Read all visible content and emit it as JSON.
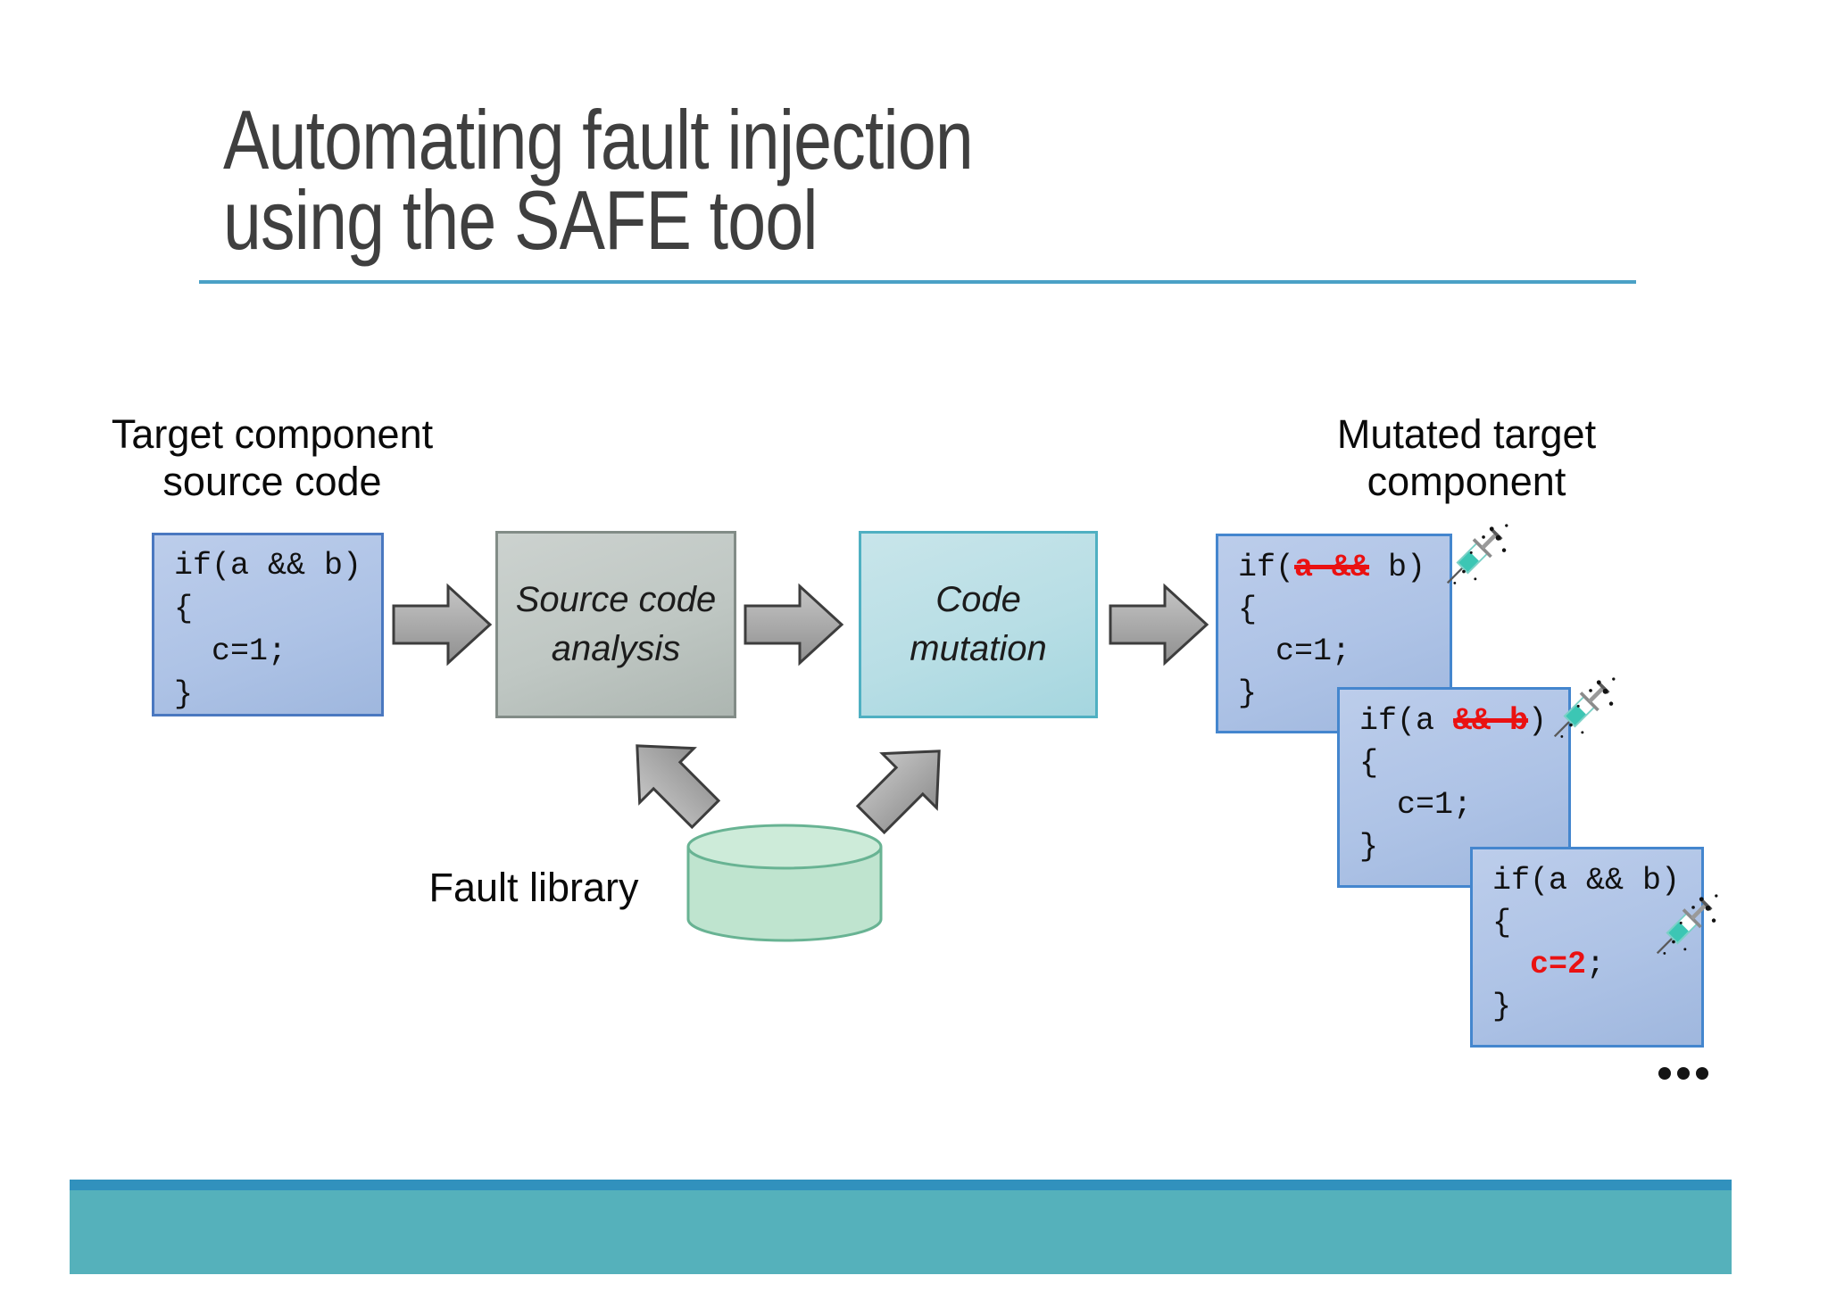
{
  "title": {
    "line1": "Automating fault injection",
    "line2": "using the SAFE tool"
  },
  "labels": {
    "target_line1": "Target component",
    "target_line2": "source code",
    "mutated_line1": "Mutated target",
    "mutated_line2": "component",
    "fault_library": "Fault library"
  },
  "process_boxes": {
    "analysis": {
      "line1": "Source code",
      "line2": "analysis"
    },
    "mutation": {
      "line1": "Code",
      "line2": "mutation"
    }
  },
  "source_box": {
    "lines": [
      [
        [
          "if(a && b)",
          "n"
        ]
      ],
      [
        [
          "{",
          "n"
        ]
      ],
      [
        [
          "  c=1;",
          "n"
        ]
      ],
      [
        [
          "}",
          "n"
        ]
      ]
    ]
  },
  "mutant_boxes": [
    {
      "lines": [
        [
          [
            "if(",
            "n"
          ],
          [
            "a &&",
            "rs"
          ],
          [
            " b)",
            "n"
          ]
        ],
        [
          [
            "{",
            "n"
          ]
        ],
        [
          [
            "  c=1;",
            "n"
          ]
        ],
        [
          [
            "}",
            "n"
          ]
        ]
      ]
    },
    {
      "lines": [
        [
          [
            "if(a ",
            "n"
          ],
          [
            "&& b",
            "rs"
          ],
          [
            ")",
            "n"
          ]
        ],
        [
          [
            "{",
            "n"
          ]
        ],
        [
          [
            "  c=1;",
            "n"
          ]
        ],
        [
          [
            "}",
            "n"
          ]
        ]
      ]
    },
    {
      "lines": [
        [
          [
            "if(a && b)",
            "n"
          ]
        ],
        [
          [
            "{",
            "n"
          ]
        ],
        [
          [
            "  ",
            "n"
          ],
          [
            "c=2",
            "rb"
          ],
          [
            ";",
            "n"
          ]
        ],
        [
          [
            "}",
            "n"
          ]
        ]
      ]
    }
  ],
  "ellipsis": "...",
  "icons": {
    "syringe": "syringe-icon",
    "fault_database": "database-cylinder-icon",
    "flow_arrow": "block-arrow-icon"
  },
  "colors": {
    "title_text": "#3f3f3f",
    "title_rule": "#4aa1c6",
    "code_box_fill": "#aec3e6",
    "code_box_border": "#4a78c0",
    "mutant_box_border": "#4486ce",
    "analysis_box_fill": "#bfc7c3",
    "analysis_box_border": "#828c87",
    "mutation_box_fill": "#b8dee5",
    "mutation_box_border": "#4fb0c2",
    "arrow_fill": "#a8a8a8",
    "arrow_outline": "#3d3d3d",
    "cylinder_fill": "#bfe4cf",
    "cylinder_border": "#68b393",
    "mutation_red": "#ea1111",
    "bottom_bar": "#55b1bb",
    "bottom_bar_strip": "#3191bd"
  }
}
